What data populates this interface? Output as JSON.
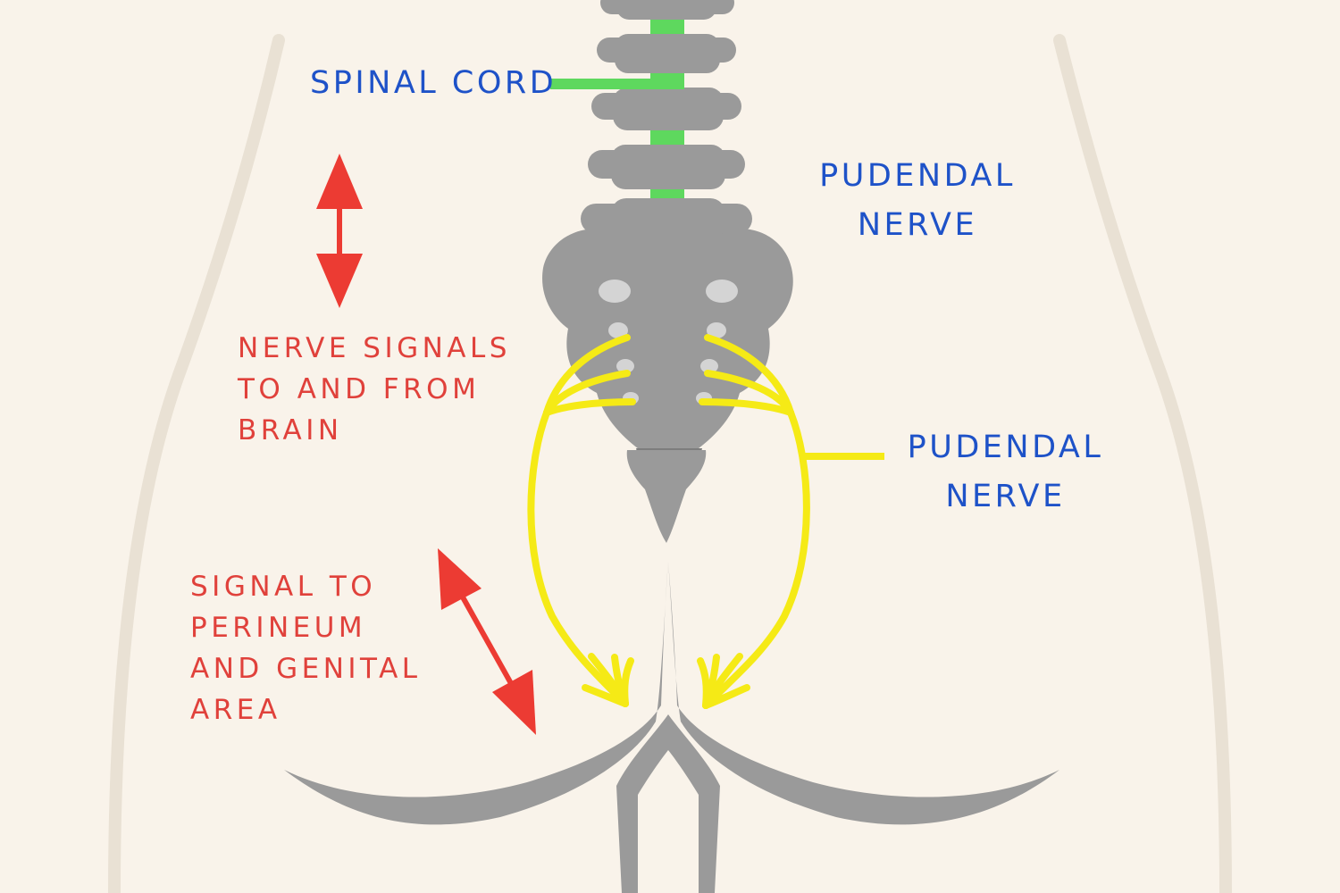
{
  "labels": {
    "spinal_cord": "SPINAL CORD",
    "pudendal_upper": [
      "PUDENDAL",
      "NERVE"
    ],
    "pudendal_side": [
      "PUDENDAL",
      "NERVE"
    ],
    "nerve_signals": [
      "NERVE SIGNALS",
      "TO AND FROM",
      "BRAIN"
    ],
    "signal_perineum": [
      "SIGNAL TO",
      "PERINEUM",
      "AND GENITAL",
      "AREA"
    ]
  },
  "colors": {
    "background": "#f9f3ea",
    "bone": "#9a9a9a",
    "bone_hole": "#d4d4d4",
    "spinal_cord": "#5ed85e",
    "nerve": "#f5ea16",
    "arrow": "#ec3b33",
    "label_blue": "#1e52c8",
    "label_red": "#e0413b",
    "body_outline": "#e9e1d4"
  },
  "icons": {
    "signal_arrow_upper": "double-headed-vertical-arrow",
    "signal_arrow_lower": "double-headed-diagonal-arrow"
  }
}
